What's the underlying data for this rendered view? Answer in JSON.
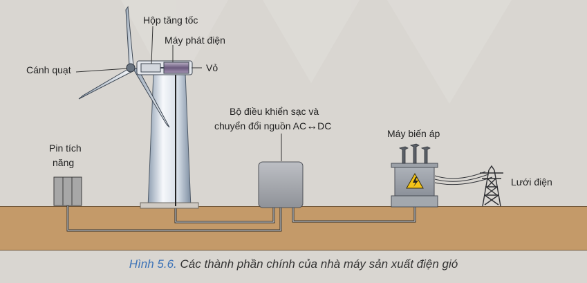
{
  "labels": {
    "gearbox": "Hộp tăng tốc",
    "generator": "Máy phát điện",
    "casing": "Vỏ",
    "blades": "Cánh quạt",
    "controller_line1": "Bộ  điều khiển sạc và",
    "controller_line2": "chuyển đổi nguồn AC",
    "controller_arrow": "↔",
    "controller_dc": "DC",
    "battery_line1": "Pin tích",
    "battery_line2": "năng",
    "transformer": "Máy biến áp",
    "grid": "Lưới điện"
  },
  "caption": {
    "figure": "Hình 5.6.",
    "text": "Các thành phần chính của nhà máy sản xuất điện gió"
  },
  "colors": {
    "background": "#d9d6d1",
    "ground": "#c49a69",
    "caption_figure": "#3b72b7"
  }
}
